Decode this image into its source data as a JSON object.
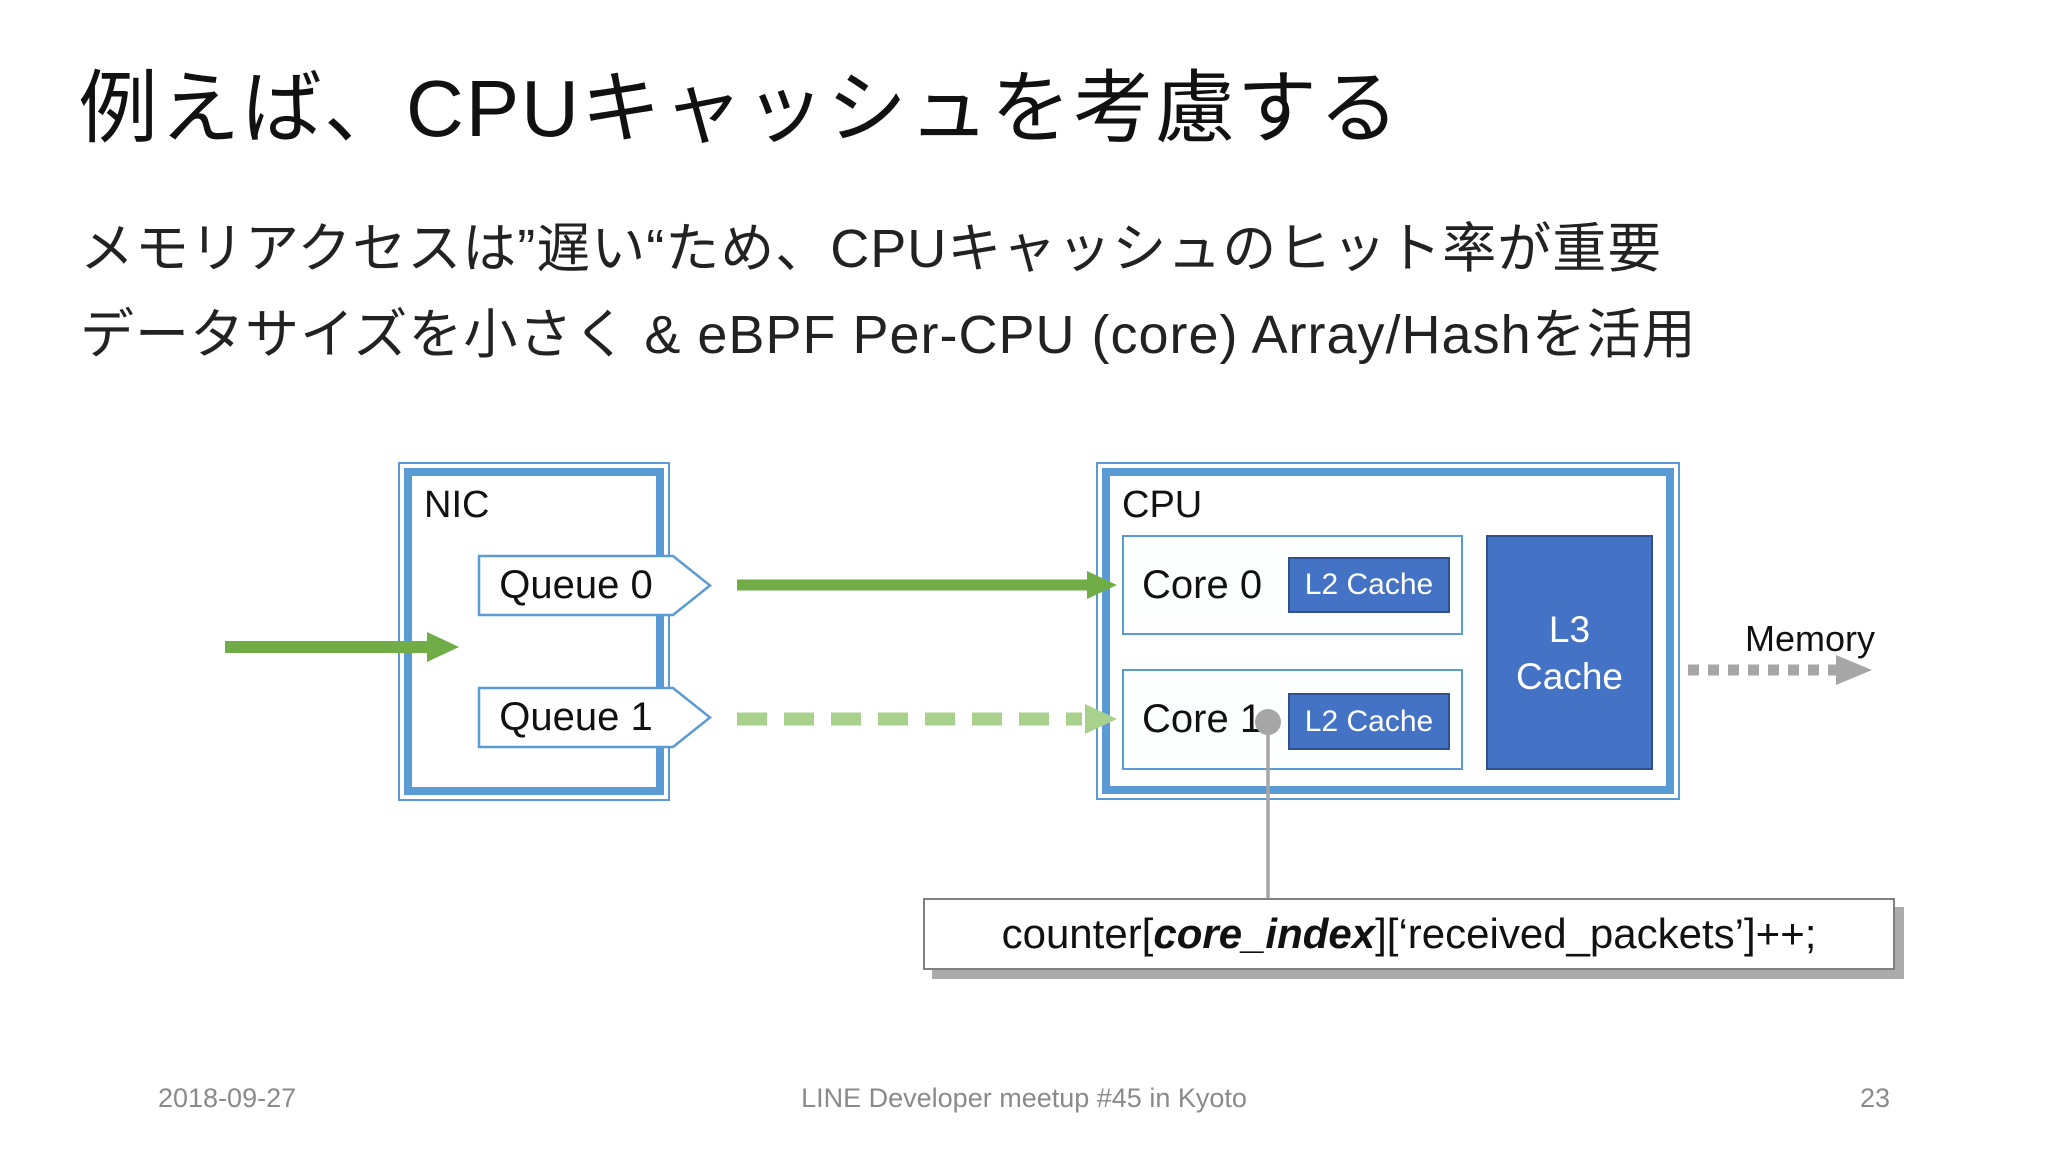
{
  "slide": {
    "title": "例えば、CPUキャッシュを考慮する",
    "subtitle_lines": [
      "メモリアクセスは”遅い“ため、CPUキャッシュのヒット率が重要",
      "データサイズを小さく & eBPF Per-CPU (core) Array/Hashを活用"
    ]
  },
  "diagram": {
    "nic": {
      "label": "NIC",
      "queues": [
        {
          "label": "Queue 0"
        },
        {
          "label": "Queue 1"
        }
      ]
    },
    "cpu": {
      "label": "CPU",
      "cores": [
        {
          "label": "Core 0",
          "l2_label": "L2 Cache"
        },
        {
          "label": "Core 1",
          "l2_label": "L2 Cache"
        }
      ],
      "l3_label_line1": "L3",
      "l3_label_line2": "Cache"
    },
    "memory_label": "Memory",
    "code": {
      "prefix": "counter[",
      "core_index": "core_index",
      "suffix": "][‘received_packets’]++;"
    }
  },
  "footer": {
    "date": "2018-09-27",
    "event": "LINE Developer meetup #45 in Kyoto",
    "page_number": "23"
  },
  "colors": {
    "box_border_blue": "#5B9BD5",
    "fill_blue": "#4472C4",
    "fill_blue_border": "#2F528F",
    "arrow_green": "#70AD47",
    "arrow_light_green": "#A9D18E",
    "gray": "#A6A6A6",
    "footer_gray": "#8A8A8A"
  }
}
